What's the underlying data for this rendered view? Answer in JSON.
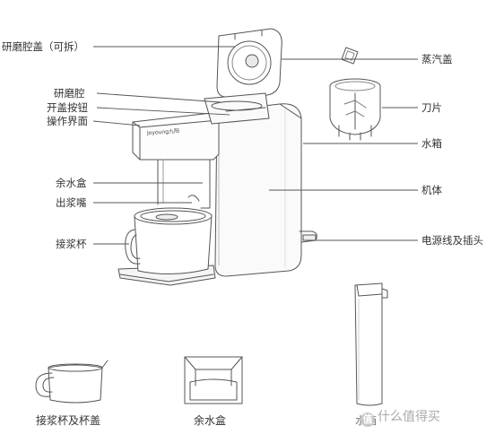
{
  "callouts_left": [
    {
      "key": "grinding-lid",
      "text": "研磨腔盖（可拆）"
    },
    {
      "key": "grinding-chamber",
      "text": "研磨腔"
    },
    {
      "key": "lid-open-button",
      "text": "开盖按钮"
    },
    {
      "key": "control-panel",
      "text": "操作界面"
    },
    {
      "key": "residual-water-box",
      "text": "余水盒"
    },
    {
      "key": "spout",
      "text": "出浆嘴"
    },
    {
      "key": "pulp-cup",
      "text": "接浆杯"
    }
  ],
  "callouts_right": [
    {
      "key": "steam-cap",
      "text": "蒸汽盖"
    },
    {
      "key": "blade",
      "text": "刀片"
    },
    {
      "key": "water-tank",
      "text": "水箱"
    },
    {
      "key": "body",
      "text": "机体"
    },
    {
      "key": "power-cord",
      "text": "电源线及插头"
    }
  ],
  "brand_text": "Joyoung九阳",
  "captions": {
    "cup": "接浆杯及杯盖",
    "box": "余水盒",
    "tank": "水箱"
  },
  "watermark": {
    "badge": "值",
    "text": "什么值得买"
  }
}
